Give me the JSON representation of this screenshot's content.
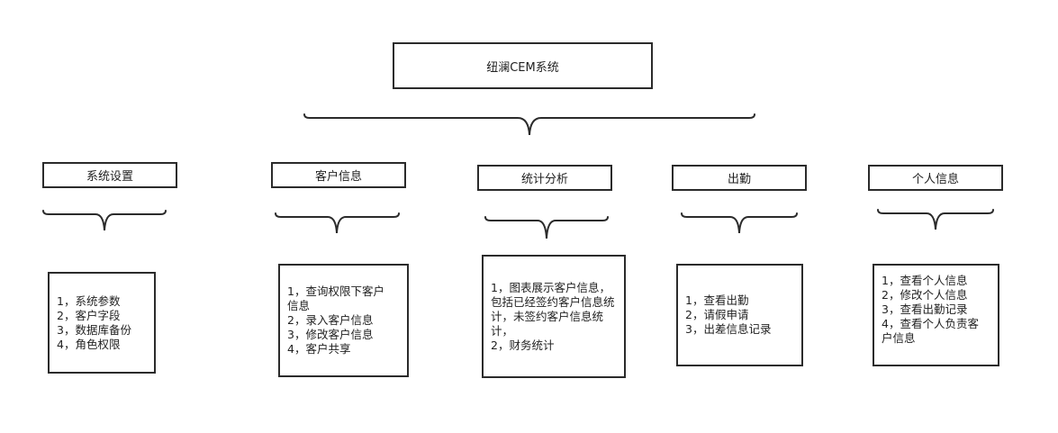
{
  "diagram": {
    "root": {
      "label": "纽澜CEM系统"
    },
    "categories": [
      {
        "id": "system",
        "label": "系统设置",
        "items": [
          "1，系统参数",
          "2，客户字段",
          "3，数据库备份",
          "4，角色权限"
        ]
      },
      {
        "id": "customer",
        "label": "客户信息",
        "items": [
          "1，查询权限下客户信息",
          "2，录入客户信息",
          "3，修改客户信息",
          "4，客户共享"
        ]
      },
      {
        "id": "stats",
        "label": "统计分析",
        "items": [
          "1，图表展示客户信息，包括已经签约客户信息统计，未签约客户信息统计，",
          "2，财务统计"
        ]
      },
      {
        "id": "attendance",
        "label": "出勤",
        "items": [
          "1，查看出勤",
          "2，请假申请",
          "3，出差信息记录"
        ]
      },
      {
        "id": "personal",
        "label": "个人信息",
        "items": [
          "1，查看个人信息",
          "2，修改个人信息",
          "3，查看出勤记录",
          "4，查看个人负责客户信息"
        ]
      }
    ]
  }
}
